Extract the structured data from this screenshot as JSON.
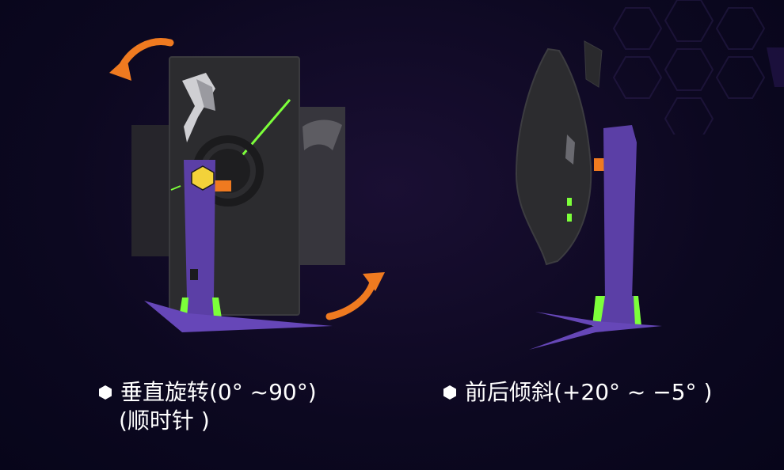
{
  "captions": {
    "rotate_line1": "垂直旋转(0°  ~90°)",
    "rotate_line2": "(顺时针 )",
    "tilt_line1": "前后倾斜(+20°  ~ −5°  )"
  },
  "icons": {
    "bullet": "hexagon-bullet-icon",
    "rotate_arrow_ccw": "curved-arrow-ccw-icon",
    "rotate_arrow_cw": "curved-arrow-cw-icon"
  },
  "colors": {
    "background": "#0c0820",
    "accent_orange": "#ef7a20",
    "stand_purple": "#5b3fa6",
    "eva_green": "#7cff3a",
    "monitor_dark": "#2b2b2e",
    "bullet_white": "#ffffff"
  }
}
